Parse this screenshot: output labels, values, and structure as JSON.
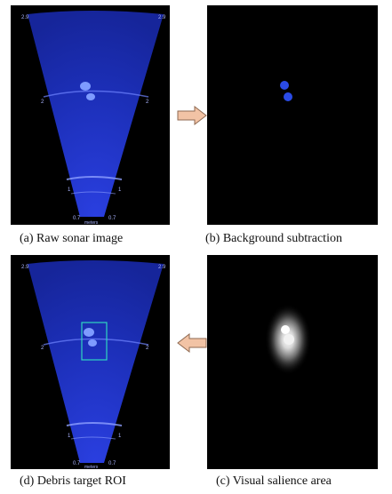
{
  "panels": {
    "a": {
      "caption": "(a) Raw sonar image",
      "ticks": {
        "top_left": "2.9",
        "top_right": "2.9",
        "mid_left": "2",
        "mid_right": "2",
        "low_left": "1",
        "low_right": "1",
        "bottom_left": "0.7",
        "bottom_right": "0.7"
      },
      "unit": "meters"
    },
    "b": {
      "caption": "(b) Background subtraction"
    },
    "c": {
      "caption": "(c) Visual salience area"
    },
    "d": {
      "caption": "(d) Debris target ROI",
      "ticks": {
        "top_left": "2.9",
        "top_right": "2.9",
        "mid_left": "2",
        "mid_right": "2",
        "low_left": "1",
        "low_right": "1",
        "bottom_left": "0.7",
        "bottom_right": "0.7"
      },
      "unit": "meters"
    }
  },
  "colors": {
    "sonar_blue": "#1f35c8",
    "roi_box": "#2fd6c0",
    "arrow_fill": "#f2c3a5",
    "arrow_stroke": "#8f6a52"
  }
}
